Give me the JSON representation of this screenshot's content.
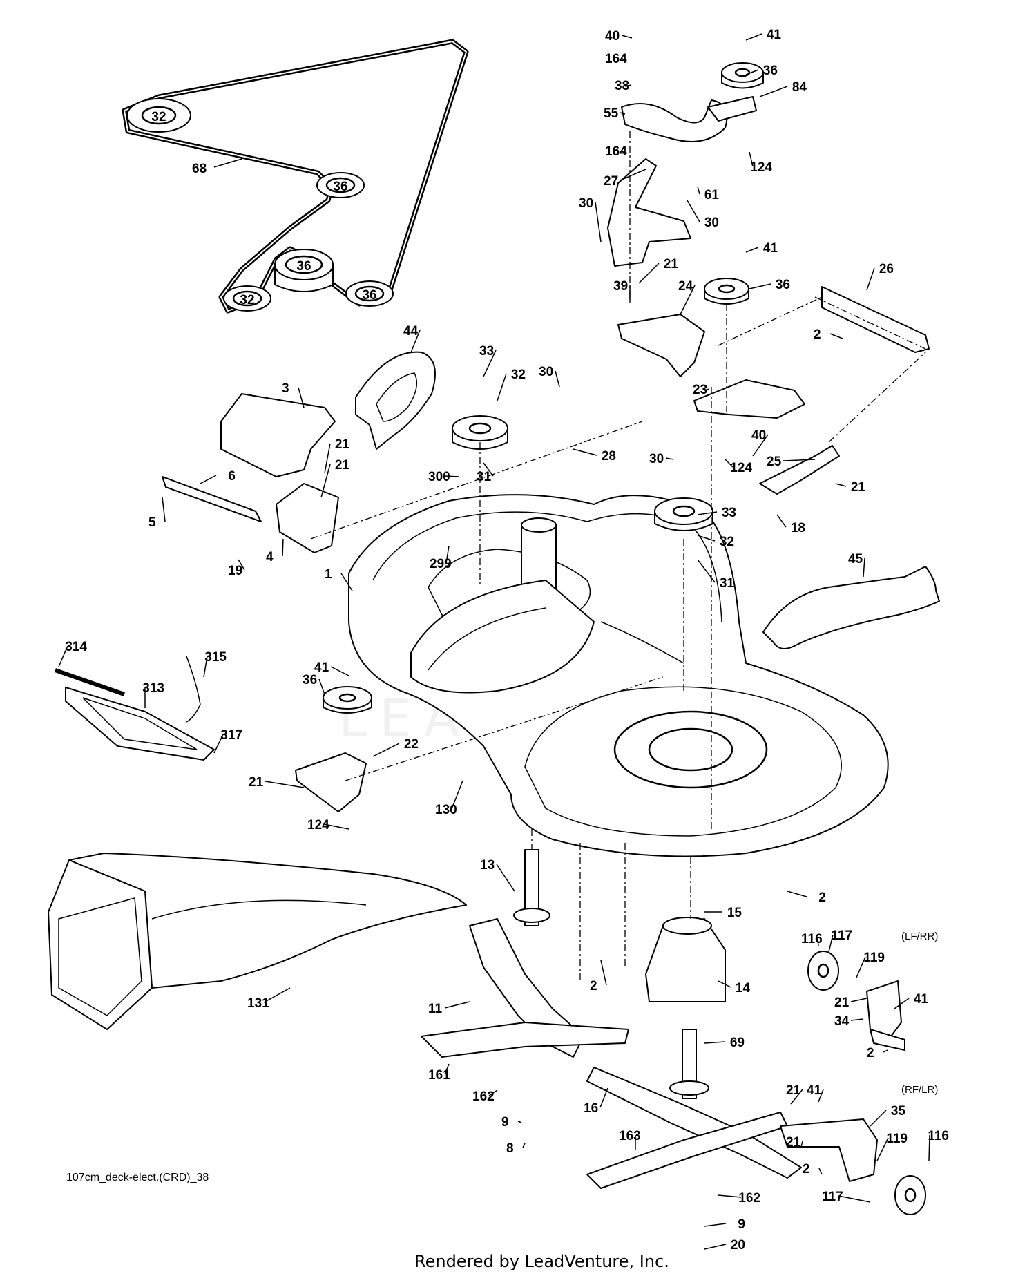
{
  "diagram": {
    "file_code": "107cm_deck-elect.(CRD)_38",
    "rendered_by": "Rendered by LeadVenture, Inc.",
    "watermark": "LEADVENTURE",
    "variant_labels": [
      "(LF/RR)",
      "(RF/LR)"
    ],
    "pulley_callouts": [
      "32",
      "36",
      "36",
      "32",
      "36"
    ],
    "belt_callout": "68",
    "part_callouts": [
      "40",
      "164",
      "38",
      "55",
      "164",
      "41",
      "36",
      "84",
      "124",
      "27",
      "61",
      "30",
      "30",
      "41",
      "39",
      "21",
      "36",
      "24",
      "26",
      "2",
      "44",
      "3",
      "33",
      "32",
      "30",
      "28",
      "21",
      "21",
      "23",
      "40",
      "25",
      "30",
      "124",
      "21",
      "6",
      "5",
      "4",
      "19",
      "300",
      "31",
      "299",
      "33",
      "32",
      "31",
      "18",
      "1",
      "45",
      "314",
      "315",
      "313",
      "317",
      "41",
      "36",
      "22",
      "21",
      "124",
      "130",
      "13",
      "15",
      "2",
      "2",
      "131",
      "116",
      "117",
      "119",
      "14",
      "11",
      "21",
      "41",
      "34",
      "69",
      "2",
      "161",
      "162",
      "9",
      "8",
      "16",
      "21",
      "41",
      "35",
      "163",
      "21",
      "119",
      "116",
      "2",
      "117",
      "162",
      "9",
      "20"
    ]
  }
}
